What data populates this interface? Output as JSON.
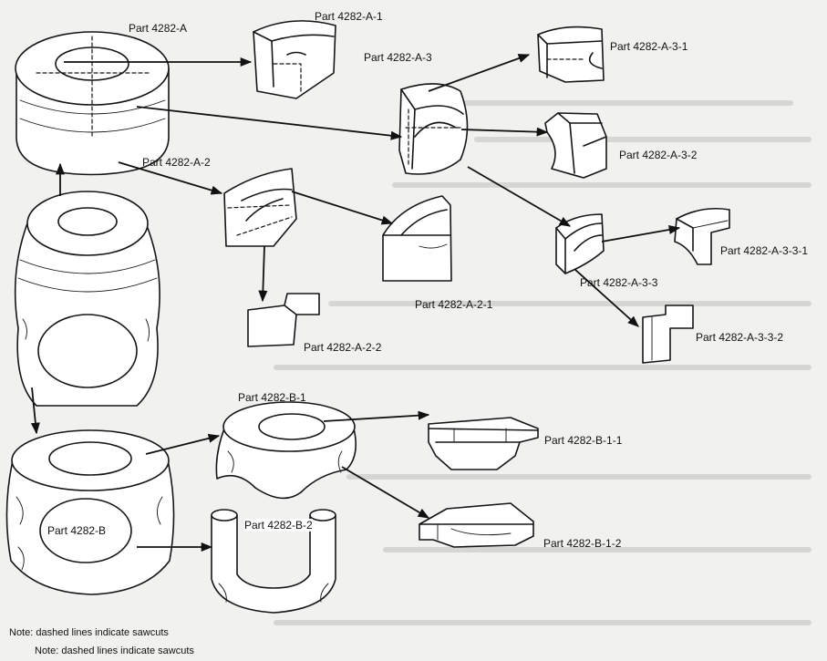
{
  "diagram": {
    "labels": {
      "a": "Part 4282-A",
      "a1": "Part 4282-A-1",
      "a2": "Part 4282-A-2",
      "a21": "Part 4282-A-2-1",
      "a22": "Part 4282-A-2-2",
      "a3": "Part 4282-A-3",
      "a31": "Part 4282-A-3-1",
      "a32": "Part 4282-A-3-2",
      "a33": "Part 4282-A-3-3",
      "a331": "Part 4282-A-3-3-1",
      "a332": "Part 4282-A-3-3-2",
      "b": "Part 4282-B",
      "b1": "Part 4282-B-1",
      "b11": "Part 4282-B-1-1",
      "b12": "Part 4282-B-1-2",
      "b2": "Part 4282-B-2"
    },
    "notes": [
      "Note: dashed lines indicate sawcuts",
      "Note: dashed lines indicate sawcuts"
    ]
  }
}
